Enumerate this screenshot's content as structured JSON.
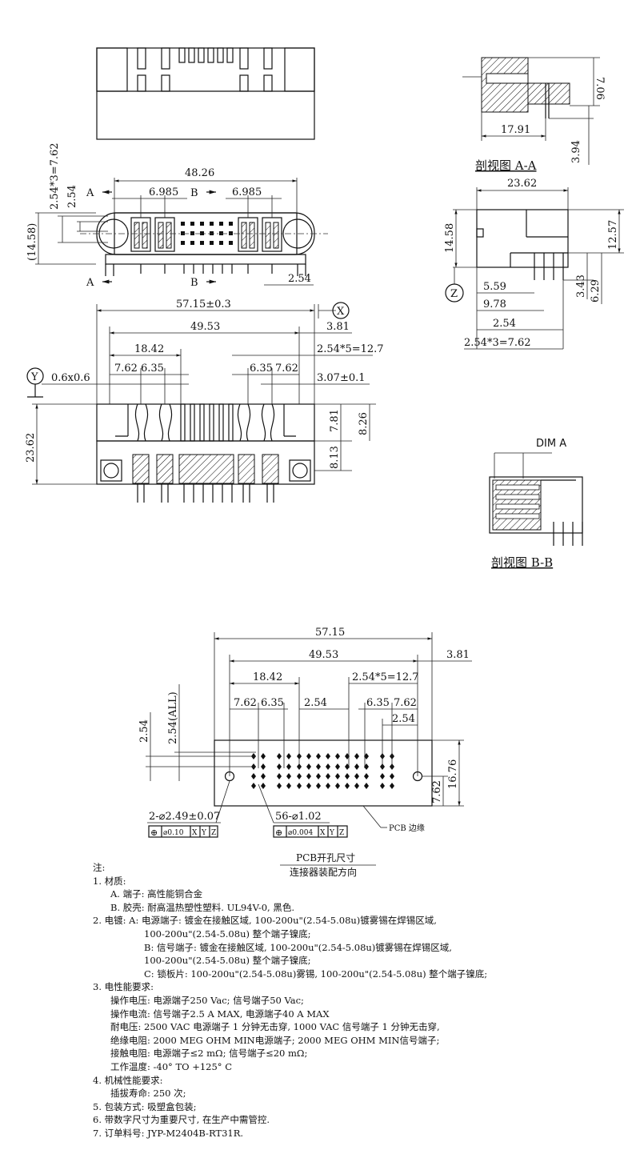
{
  "views": {
    "top": {},
    "front": {
      "dims": {
        "overall": "48.26",
        "left_pitch": "6.985",
        "right_pitch": "6.985",
        "pitch_v": "2.54",
        "pitch_stack": "2.54*3=7.62",
        "height_ref": "(14.58)",
        "pitch_bottom": "2.54"
      },
      "section_a_top": "A",
      "section_a_bottom": "A",
      "section_b_top": "B",
      "section_b_bottom": "B"
    },
    "section_aa": {
      "dims": {
        "top": "7.06",
        "bottom": "3.94",
        "length": "17.91"
      },
      "caption": "剖视图 A-A"
    },
    "side": {
      "dims": {
        "width": "23.62",
        "height": "14.58",
        "right_h": "12.57",
        "d1": "5.59",
        "d2": "9.78",
        "d3": "3.43",
        "d4": "6.29",
        "d5": "2.54",
        "d6": "2.54*3=7.62"
      },
      "datum": "Z"
    },
    "plan": {
      "dims": {
        "overall": "57.15±0.3",
        "inner": "49.53",
        "offset": "3.81",
        "left_group": "18.42",
        "pitch_group": "2.54*5=12.7",
        "p1": "7.62",
        "p2": "6.35",
        "p3": "6.35",
        "p4": "7.62",
        "chamfer": "0.6x0.6",
        "pin_off": "3.07±0.1",
        "h1": "7.81",
        "h2": "8.26",
        "h3": "8.13",
        "height": "23.62"
      },
      "datum_x": "X",
      "datum_y": "Y"
    },
    "dim_a": {
      "label": "DIM A"
    },
    "section_bb": {
      "caption": "剖视图 B-B"
    },
    "pcb": {
      "dims": {
        "overall": "57.15",
        "inner": "49.53",
        "offset": "3.81",
        "left_group": "18.42",
        "pitch_group": "2.54*5=12.7",
        "p1": "7.62",
        "p2": "6.35",
        "mid": "2.54",
        "p3": "6.35",
        "p4": "7.62",
        "p5": "2.54",
        "row_pitch": "2.54",
        "row_all": "2.54(ALL)",
        "height": "16.76",
        "hole_row": "7.62"
      },
      "hole_a": "2-⌀2.49±0.07",
      "hole_b": "56-⌀1.02",
      "tol_a": {
        "value": "⌀0.10",
        "ref1": "X",
        "ref2": "Y",
        "ref3": "Z"
      },
      "tol_b": {
        "value": "⌀0.004",
        "ref1": "X",
        "ref2": "Y",
        "ref3": "Z"
      },
      "edge_label": "PCB 边缘",
      "caption_1": "PCB开孔尺寸",
      "caption_2": "连接器装配方向"
    }
  },
  "notes": {
    "title": "注:",
    "lines": [
      "1. 材质:",
      "A. 端子: 高性能铜合金",
      "B. 胶壳: 耐高温热塑性塑料. UL94V-0, 黑色.",
      "2. 电镀: A: 电源端子: 镀金在接触区域, 100-200u\"(2.54-5.08u)镀雾锡在焊锡区域,",
      "100-200u\"(2.54-5.08u) 整个端子镍底;",
      "B: 信号端子: 镀金在接触区域, 100-200u\"(2.54-5.08u)镀雾锡在焊锡区域,",
      "100-200u\"(2.54-5.08u) 整个端子镍底;",
      "C: 锁板片: 100-200u\"(2.54-5.08u)雾锡, 100-200u\"(2.54-5.08u) 整个端子镍底;",
      "3. 电性能要求:",
      "操作电压: 电源端子250 Vac; 信号端子50 Vac;",
      "操作电流: 信号端子2.5 A MAX, 电源端子40 A MAX",
      "耐电压: 2500 VAC 电源端子 1 分钟无击穿, 1000 VAC 信号端子 1 分钟无击穿,",
      "绝缘电阻: 2000 MEG OHM MIN电源端子; 2000 MEG OHM MIN信号端子;",
      "接触电阻: 电源端子≤2 mΩ; 信号端子≤20 mΩ;",
      "工作温度: -40° TO +125° C",
      "4. 机械性能要求:",
      "插拔寿命: 250 次;",
      "5. 包装方式: 吸塑盒包装;",
      "6. 带数字尺寸为重要尺寸, 在生产中需管控.",
      "7. 订单料号: JYP-M2404B-RT31R."
    ]
  }
}
